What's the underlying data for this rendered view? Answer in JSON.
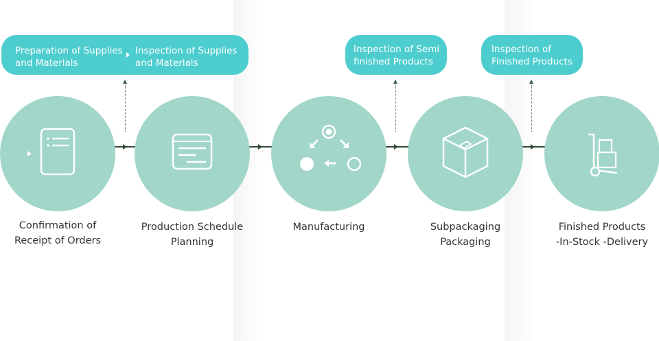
{
  "top_pills": {
    "supplies": {
      "preparation": "Preparation of Supplies and Materials",
      "inspection": "Inspection of Supplies and Materials"
    },
    "semi": "Inspection of Semi finished Products",
    "finished": "Inspection of Finished Products"
  },
  "steps": [
    {
      "label_line1": "Confirmation of",
      "label_line2": "Receipt of Orders",
      "icon": "order-document-icon"
    },
    {
      "label_line1": "Production Schedule",
      "label_line2": "Planning",
      "icon": "schedule-planning-icon"
    },
    {
      "label_line1": "Manufacturing",
      "label_line2": "",
      "icon": "manufacturing-cycle-icon"
    },
    {
      "label_line1": "Subpackaging",
      "label_line2": "Packaging",
      "icon": "package-box-icon"
    },
    {
      "label_line1": "Finished Products",
      "label_line2": "-In-Stock -Delivery",
      "icon": "hand-truck-icon"
    }
  ],
  "colors": {
    "circle": "#a1d6c9",
    "pill": "#4ecdcf",
    "connector": "#2f4a33",
    "label_text": "#333333"
  }
}
